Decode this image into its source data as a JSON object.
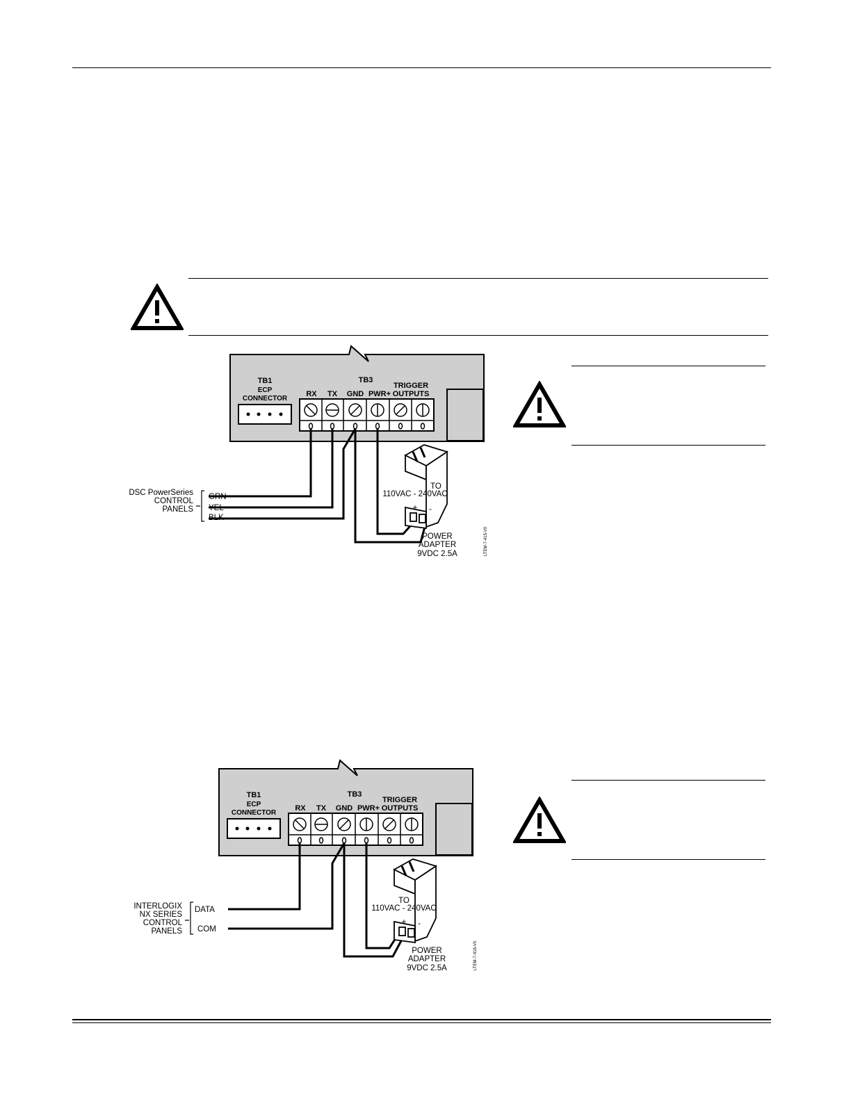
{
  "diagram1": {
    "tb1_title": "TB1",
    "tb1_line1": "ECP",
    "tb1_line2": "CONNECTOR",
    "tb3_title": "TB3",
    "terminals": [
      "RX",
      "TX",
      "GND",
      "PWR+"
    ],
    "trigger_line1": "TRIGGER",
    "trigger_line2": "OUTPUTS",
    "panel_line1": "DSC PowerSeries",
    "panel_line2": "CONTROL",
    "panel_line3": "PANELS",
    "wires": [
      "GRN",
      "YEL",
      "BLK"
    ],
    "ac_line1": "TO",
    "ac_line2": "110VAC - 240VAC",
    "plus": "+",
    "minus": "-",
    "adapter_line1": "POWER",
    "adapter_line2": "ADAPTER",
    "adapter_line3": "9VDC 2.5A",
    "code": "LTEM-7-415-V0"
  },
  "diagram2": {
    "tb1_title": "TB1",
    "tb1_line1": "ECP",
    "tb1_line2": "CONNECTOR",
    "tb3_title": "TB3",
    "terminals": [
      "RX",
      "TX",
      "GND",
      "PWR+"
    ],
    "trigger_line1": "TRIGGER",
    "trigger_line2": "OUTPUTS",
    "panel_line1": "INTERLOGIX",
    "panel_line2": "NX SERIES",
    "panel_line3": "CONTROL",
    "panel_line4": "PANELS",
    "wires": [
      "DATA",
      "COM"
    ],
    "ac_line1": "TO",
    "ac_line2": "110VAC - 240VAC",
    "plus": "+",
    "minus": "-",
    "adapter_line1": "POWER",
    "adapter_line2": "ADAPTER",
    "adapter_line3": "9VDC 2.5A",
    "code": "LTEM-7-416-V0"
  },
  "icons": [
    "warning-icon",
    "screw-terminal-icon",
    "power-adapter-icon"
  ]
}
